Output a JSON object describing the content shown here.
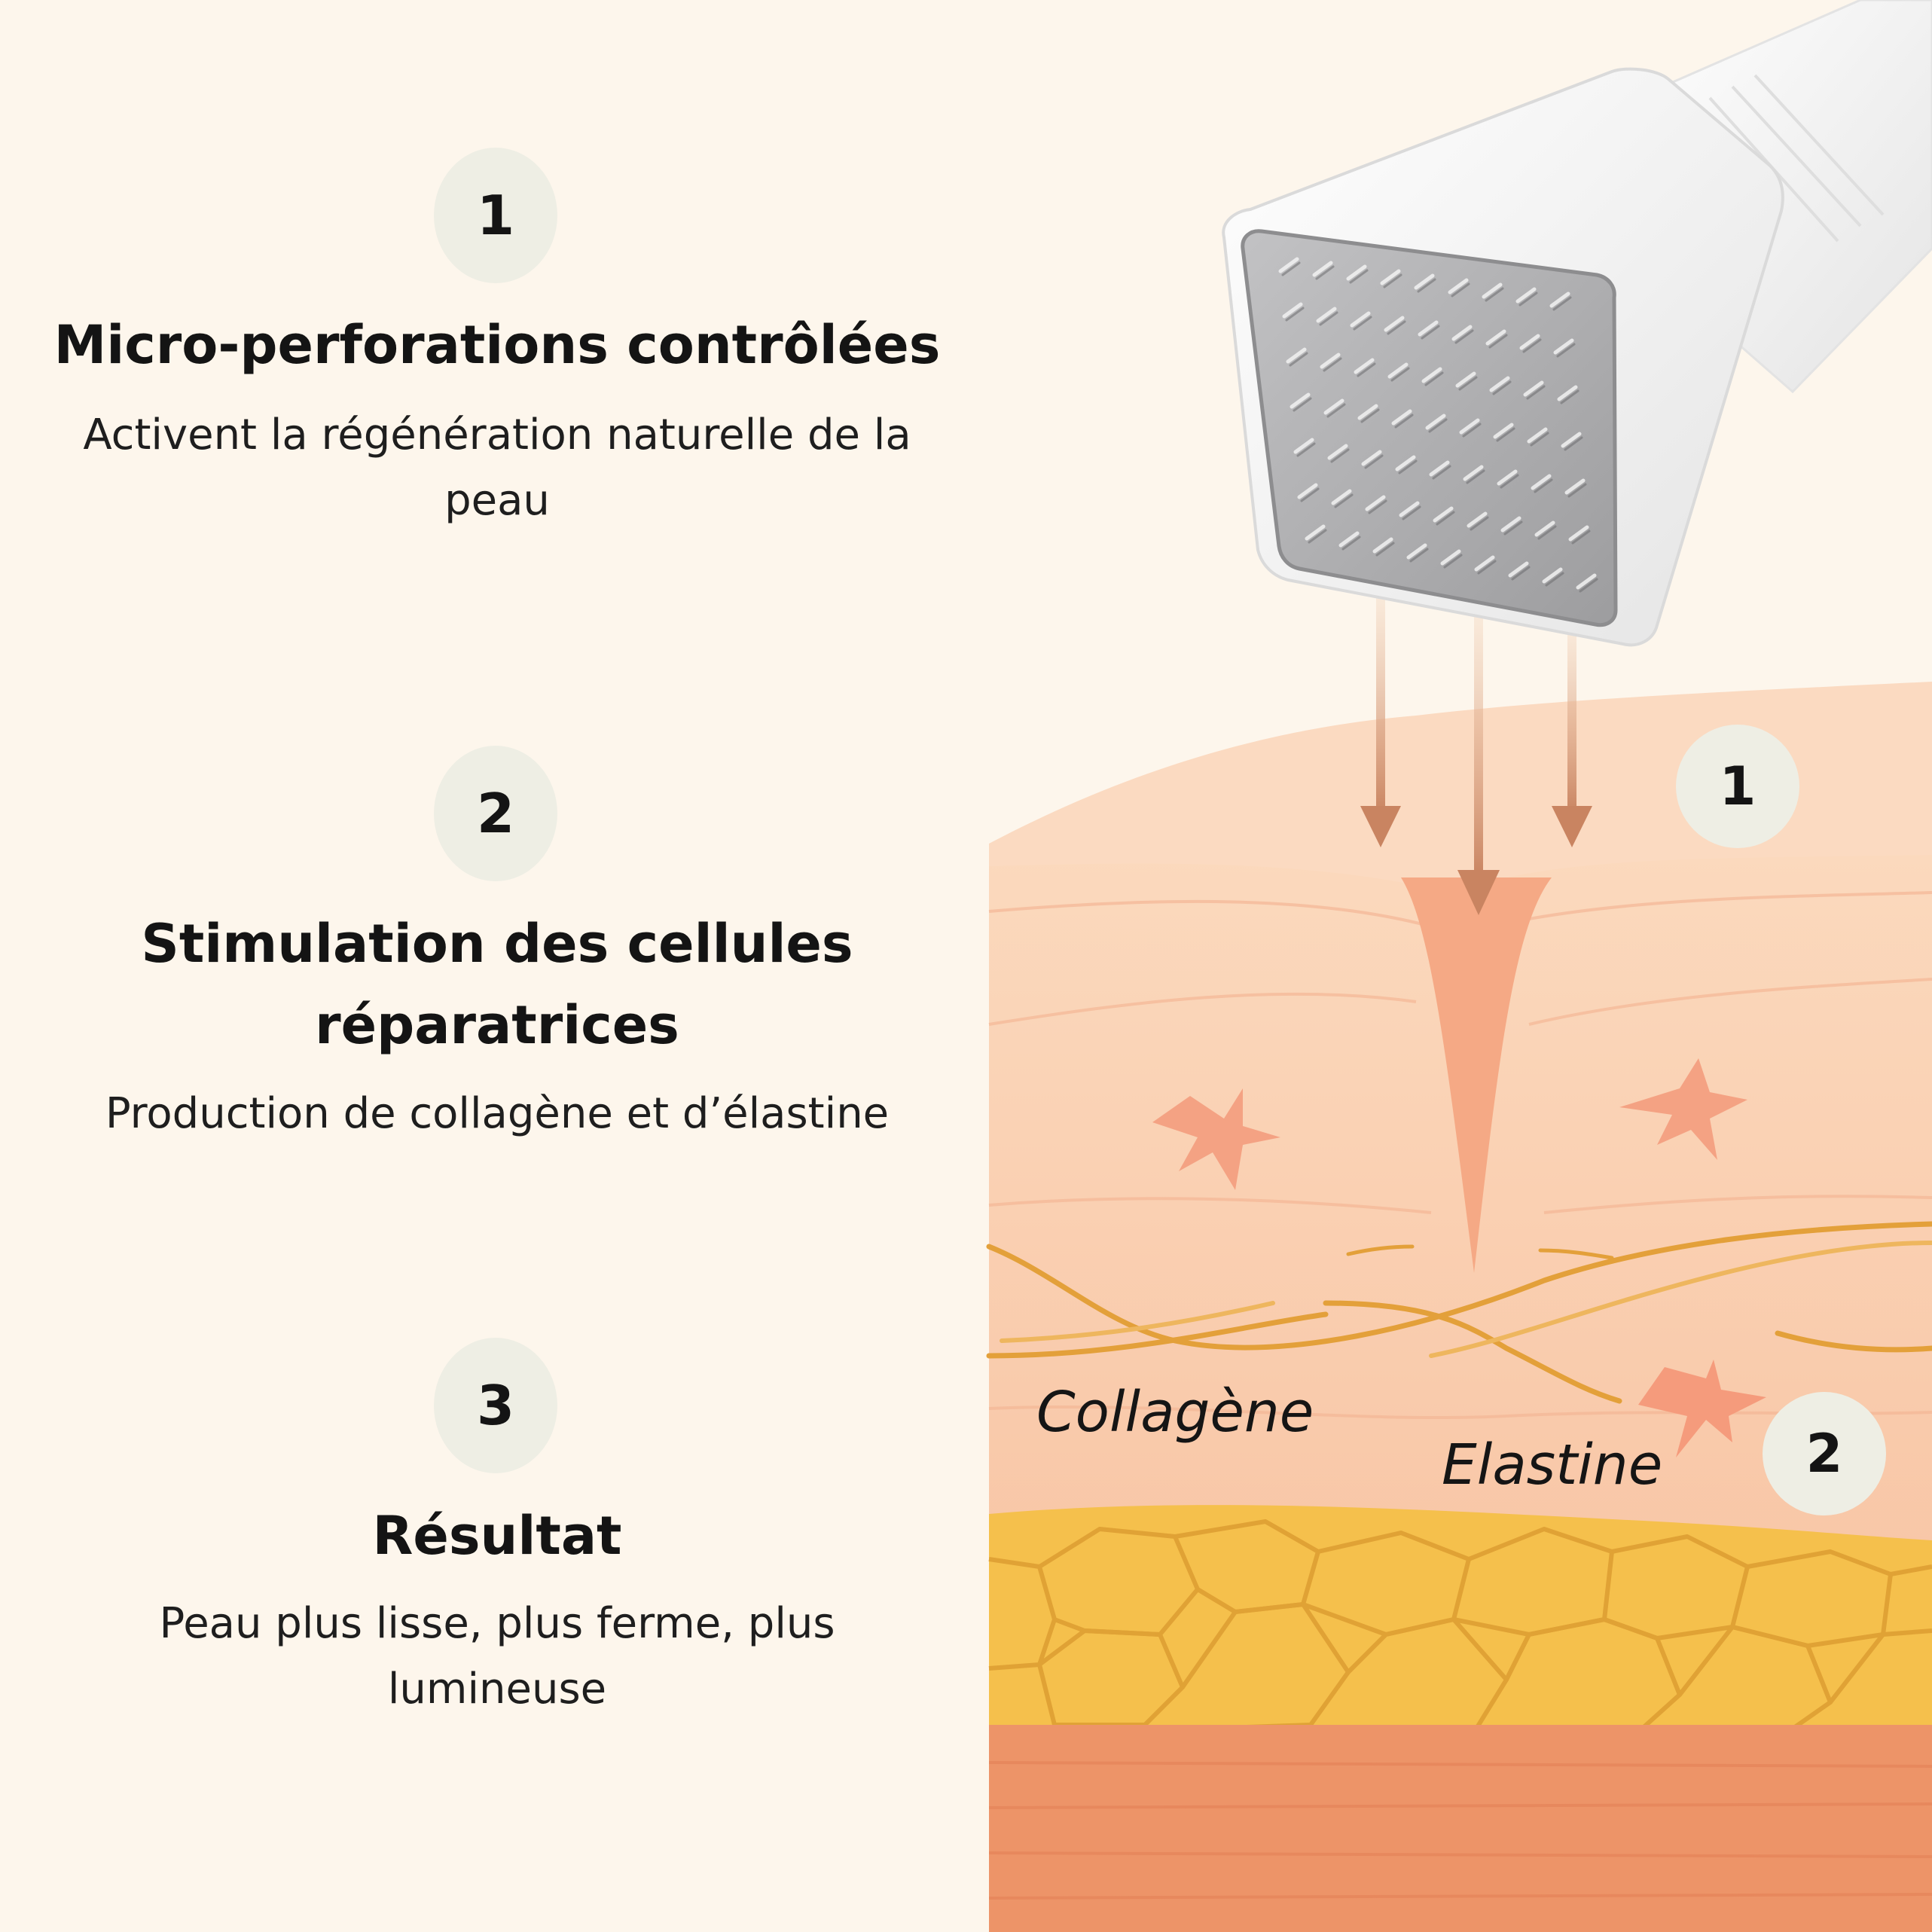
{
  "steps": [
    {
      "number": "1",
      "title": "Micro-perforations contrôlées",
      "description": "Activent la régénération naturelle de la peau"
    },
    {
      "number": "2",
      "title": "Stimulation des cellules réparatrices",
      "description": "Production de collagène et d’élastine"
    },
    {
      "number": "3",
      "title": "Résultat",
      "description": "Peau plus lisse, plus ferme, plus lumineuse"
    }
  ],
  "diagram": {
    "labels": {
      "collagen": "Collagène",
      "elastin": "Elastine"
    },
    "markers": [
      "1",
      "2"
    ],
    "icons": [
      "microneedle-device-icon",
      "arrow-down-icon",
      "fibroblast-star-icon"
    ],
    "colors": {
      "background": "#fdf6ec",
      "badge": "#eeeee4",
      "epidermis": "#f9cfae",
      "dermis": "#f7c2a2",
      "fiber": "#e5a235",
      "fat_cells": "#f6c04a",
      "hypodermis": "#ec9166",
      "arrow": "#d3916d",
      "device_body": "#f7f7f7",
      "needle_plate": "#a9a9ab"
    }
  }
}
